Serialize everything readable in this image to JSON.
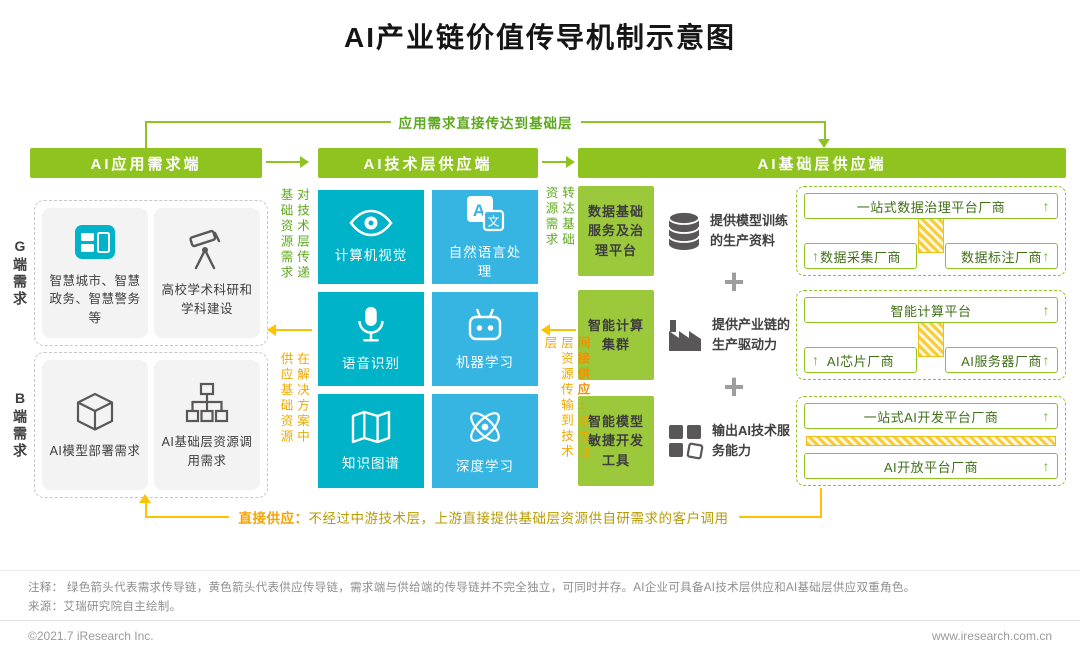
{
  "title": "AI产业链价值传导机制示意图",
  "flows": {
    "top": "应用需求直接传达到基础层",
    "demand_to_tech": "对技术层传递基础资源需求",
    "tech_to_demand": "在解决方案中供应基础资源",
    "tech_to_infra": "转达基础资源需求",
    "indirect_bold": "间接供应:",
    "indirect_rest": "将基础层资源传输到技术层",
    "bottom_bold": "直接供应：",
    "bottom_rest": "不经过中游技术层，上游直接提供基础层资源供自研需求的客户调用"
  },
  "demand": {
    "header": "AI应用需求端",
    "groups": [
      {
        "side_label": "G端需求",
        "items": [
          {
            "icon": "smart-city-icon",
            "label": "智慧城市、智慧政务、智慧警务等"
          },
          {
            "icon": "telescope-icon",
            "label": "高校学术科研和学科建设"
          }
        ]
      },
      {
        "side_label": "B端需求",
        "items": [
          {
            "icon": "cube-icon",
            "label": "AI模型部署需求"
          },
          {
            "icon": "sitemap-icon",
            "label": "AI基础层资源调用需求"
          }
        ]
      }
    ]
  },
  "tech": {
    "header": "AI技术层供应端",
    "cells": [
      {
        "icon": "eye-icon",
        "label": "计算机视觉"
      },
      {
        "icon": "translate-icon",
        "label": "自然语言处理"
      },
      {
        "icon": "microphone-icon",
        "label": "语音识别"
      },
      {
        "icon": "robot-icon",
        "label": "机器学习"
      },
      {
        "icon": "map-icon",
        "label": "知识图谱"
      },
      {
        "icon": "atom-icon",
        "label": "深度学习"
      }
    ]
  },
  "infra": {
    "header": "AI基础层供应端",
    "plus": "+",
    "arrow_up": "↑",
    "rows": [
      {
        "category": "数据基础服务及治理平台",
        "icon": "database-icon",
        "desc": "提供模型训练的生产资料",
        "vendor_top": "一站式数据治理平台厂商",
        "vendor_left": "数据采集厂商",
        "vendor_right": "数据标注厂商"
      },
      {
        "category": "智能计算集群",
        "icon": "factory-icon",
        "desc": "提供产业链的生产驱动力",
        "vendor_top": "智能计算平台",
        "vendor_left": "AI芯片厂商",
        "vendor_right": "AI服务器厂商"
      },
      {
        "category": "智能模型敏捷开发工具",
        "icon": "puzzle-icon",
        "desc": "输出AI技术服务能力",
        "vendor_top": "一站式AI开发平台厂商",
        "vendor_bottom": "AI开放平台厂商"
      }
    ]
  },
  "notes": {
    "annotation": "注释： 绿色箭头代表需求传导链，黄色箭头代表供应传导链，需求端与供给端的传导链并不完全独立，可同时并存。AI企业可具备AI技术层供应和AI基础层供应双重角色。",
    "source": "来源：艾瑞研究院自主绘制。"
  },
  "footer": {
    "left": "©2021.7 iResearch Inc.",
    "right": "www.iresearch.com.cn"
  },
  "colors": {
    "green": "#8fc31f",
    "teal": "#00b3c8",
    "blue": "#36b5e2",
    "yellow": "#fdc300",
    "dark_gray": "#595757"
  }
}
